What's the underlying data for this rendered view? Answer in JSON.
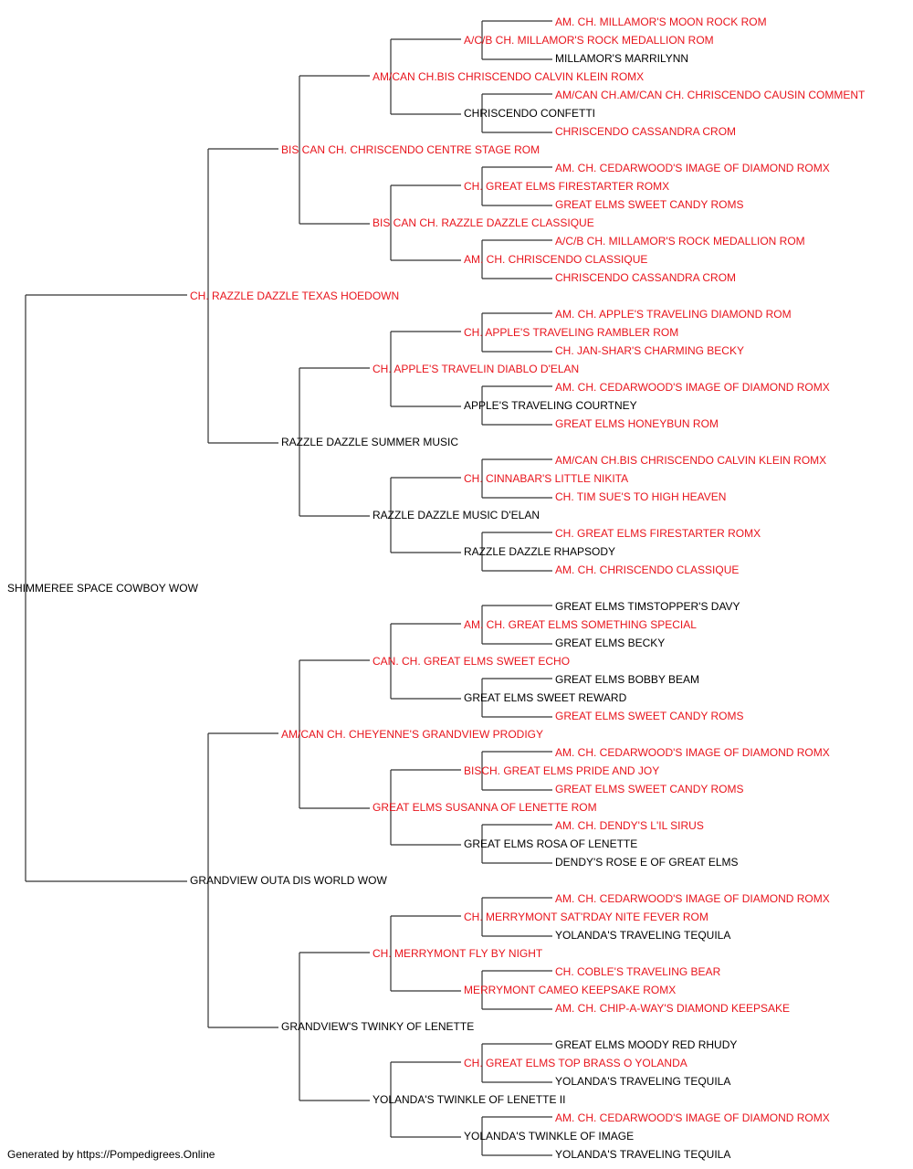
{
  "colors": {
    "champion": "#e8141c",
    "regular": "#000000",
    "line": "#333333"
  },
  "pedigree": [
    {
      "id": "subject",
      "name": "SHIMMEREE SPACE COWBOY WOW",
      "champion": false
    },
    {
      "id": "sire",
      "name": "CH. RAZZLE DAZZLE TEXAS HOEDOWN",
      "champion": true
    },
    {
      "id": "sire-sire",
      "name": "BIS CAN CH. CHRISCENDO CENTRE STAGE ROM",
      "champion": true
    },
    {
      "id": "sire-sire-sire",
      "name": "AM/CAN CH.BIS CHRISCENDO CALVIN KLEIN ROMX",
      "champion": true
    },
    {
      "id": "sire-sire-sire-sire",
      "name": "A/C/B CH. MILLAMOR'S ROCK MEDALLION ROM",
      "champion": true
    },
    {
      "id": "sire-sire-sire-sire-sire",
      "name": "AM. CH. MILLAMOR'S MOON ROCK ROM",
      "champion": true
    },
    {
      "id": "sire-sire-sire-sire-dam",
      "name": "MILLAMOR'S MARRILYNN",
      "champion": false
    },
    {
      "id": "sire-sire-sire-dam",
      "name": "CHRISCENDO CONFETTI",
      "champion": false
    },
    {
      "id": "sire-sire-sire-dam-sire",
      "name": "AM/CAN CH.AM/CAN CH. CHRISCENDO CAUSIN COMMENT",
      "champion": true
    },
    {
      "id": "sire-sire-sire-dam-dam",
      "name": "CHRISCENDO CASSANDRA CROM",
      "champion": true
    },
    {
      "id": "sire-sire-dam",
      "name": "BIS CAN CH. RAZZLE DAZZLE CLASSIQUE",
      "champion": true
    },
    {
      "id": "sire-sire-dam-sire",
      "name": "CH. GREAT ELMS FIRESTARTER ROMX",
      "champion": true
    },
    {
      "id": "sire-sire-dam-sire-sire",
      "name": "AM. CH. CEDARWOOD'S IMAGE OF DIAMOND ROMX",
      "champion": true
    },
    {
      "id": "sire-sire-dam-sire-dam",
      "name": "GREAT ELMS SWEET CANDY ROMS",
      "champion": true
    },
    {
      "id": "sire-sire-dam-dam",
      "name": "AM. CH. CHRISCENDO CLASSIQUE",
      "champion": true
    },
    {
      "id": "sire-sire-dam-dam-sire",
      "name": "A/C/B CH. MILLAMOR'S ROCK MEDALLION ROM",
      "champion": true
    },
    {
      "id": "sire-sire-dam-dam-dam",
      "name": "CHRISCENDO CASSANDRA CROM",
      "champion": true
    },
    {
      "id": "sire-dam",
      "name": "RAZZLE DAZZLE SUMMER MUSIC",
      "champion": false
    },
    {
      "id": "sire-dam-sire",
      "name": "CH. APPLE'S TRAVELIN DIABLO D'ELAN",
      "champion": true
    },
    {
      "id": "sire-dam-sire-sire",
      "name": "CH. APPLE'S TRAVELING RAMBLER ROM",
      "champion": true
    },
    {
      "id": "sire-dam-sire-sire-sire",
      "name": "AM. CH. APPLE'S TRAVELING DIAMOND ROM",
      "champion": true
    },
    {
      "id": "sire-dam-sire-sire-dam",
      "name": "CH. JAN-SHAR'S CHARMING BECKY",
      "champion": true
    },
    {
      "id": "sire-dam-sire-dam",
      "name": "APPLE'S TRAVELING COURTNEY",
      "champion": false
    },
    {
      "id": "sire-dam-sire-dam-sire",
      "name": "AM. CH. CEDARWOOD'S IMAGE OF DIAMOND ROMX",
      "champion": true
    },
    {
      "id": "sire-dam-sire-dam-dam",
      "name": "GREAT ELMS HONEYBUN ROM",
      "champion": true
    },
    {
      "id": "sire-dam-dam",
      "name": "RAZZLE DAZZLE MUSIC D'ELAN",
      "champion": false
    },
    {
      "id": "sire-dam-dam-sire",
      "name": "CH. CINNABAR'S LITTLE NIKITA",
      "champion": true
    },
    {
      "id": "sire-dam-dam-sire-sire",
      "name": "AM/CAN CH.BIS CHRISCENDO CALVIN KLEIN ROMX",
      "champion": true
    },
    {
      "id": "sire-dam-dam-sire-dam",
      "name": "CH. TIM SUE'S TO HIGH HEAVEN",
      "champion": true
    },
    {
      "id": "sire-dam-dam-dam",
      "name": "RAZZLE DAZZLE RHAPSODY",
      "champion": false
    },
    {
      "id": "sire-dam-dam-dam-sire",
      "name": "CH. GREAT ELMS FIRESTARTER ROMX",
      "champion": true
    },
    {
      "id": "sire-dam-dam-dam-dam",
      "name": "AM. CH. CHRISCENDO CLASSIQUE",
      "champion": true
    },
    {
      "id": "dam",
      "name": "GRANDVIEW OUTA DIS WORLD WOW",
      "champion": false
    },
    {
      "id": "dam-sire",
      "name": "AM/CAN CH. CHEYENNE'S GRANDVIEW PRODIGY",
      "champion": true
    },
    {
      "id": "dam-sire-sire",
      "name": "CAN. CH. GREAT ELMS SWEET ECHO",
      "champion": true
    },
    {
      "id": "dam-sire-sire-sire",
      "name": "AM. CH. GREAT ELMS SOMETHING SPECIAL",
      "champion": true
    },
    {
      "id": "dam-sire-sire-sire-sire",
      "name": "GREAT ELMS TIMSTOPPER'S DAVY",
      "champion": false
    },
    {
      "id": "dam-sire-sire-sire-dam",
      "name": "GREAT ELMS BECKY",
      "champion": false
    },
    {
      "id": "dam-sire-sire-dam",
      "name": "GREAT ELMS SWEET REWARD",
      "champion": false
    },
    {
      "id": "dam-sire-sire-dam-sire",
      "name": "GREAT ELMS BOBBY BEAM",
      "champion": false
    },
    {
      "id": "dam-sire-sire-dam-dam",
      "name": "GREAT ELMS SWEET CANDY ROMS",
      "champion": true
    },
    {
      "id": "dam-sire-dam",
      "name": "GREAT ELMS SUSANNA OF LENETTE ROM",
      "champion": true
    },
    {
      "id": "dam-sire-dam-sire",
      "name": "BISCH. GREAT ELMS PRIDE AND JOY",
      "champion": true
    },
    {
      "id": "dam-sire-dam-sire-sire",
      "name": "AM. CH. CEDARWOOD'S IMAGE OF DIAMOND ROMX",
      "champion": true
    },
    {
      "id": "dam-sire-dam-sire-dam",
      "name": "GREAT ELMS SWEET CANDY ROMS",
      "champion": true
    },
    {
      "id": "dam-sire-dam-dam",
      "name": "GREAT ELMS ROSA OF LENETTE",
      "champion": false
    },
    {
      "id": "dam-sire-dam-dam-sire",
      "name": "AM. CH. DENDY'S L'IL SIRUS",
      "champion": true
    },
    {
      "id": "dam-sire-dam-dam-dam",
      "name": "DENDY'S ROSE E OF GREAT ELMS",
      "champion": false
    },
    {
      "id": "dam-dam",
      "name": "GRANDVIEW'S TWINKY OF LENETTE",
      "champion": false
    },
    {
      "id": "dam-dam-sire",
      "name": "CH. MERRYMONT FLY BY NIGHT",
      "champion": true
    },
    {
      "id": "dam-dam-sire-sire",
      "name": "CH. MERRYMONT SAT'RDAY NITE FEVER ROM",
      "champion": true
    },
    {
      "id": "dam-dam-sire-sire-sire",
      "name": "AM. CH. CEDARWOOD'S IMAGE OF DIAMOND ROMX",
      "champion": true
    },
    {
      "id": "dam-dam-sire-sire-dam",
      "name": "YOLANDA'S TRAVELING TEQUILA",
      "champion": false
    },
    {
      "id": "dam-dam-sire-dam",
      "name": "MERRYMONT CAMEO KEEPSAKE ROMX",
      "champion": true
    },
    {
      "id": "dam-dam-sire-dam-sire",
      "name": "CH. COBLE'S TRAVELING BEAR",
      "champion": true
    },
    {
      "id": "dam-dam-sire-dam-dam",
      "name": "AM. CH. CHIP-A-WAY'S DIAMOND KEEPSAKE",
      "champion": true
    },
    {
      "id": "dam-dam-dam",
      "name": "YOLANDA'S TWINKLE OF LENETTE II",
      "champion": false
    },
    {
      "id": "dam-dam-dam-sire",
      "name": "CH. GREAT ELMS TOP BRASS O YOLANDA",
      "champion": true
    },
    {
      "id": "dam-dam-dam-sire-sire",
      "name": "GREAT ELMS MOODY RED RHUDY",
      "champion": false
    },
    {
      "id": "dam-dam-dam-sire-dam",
      "name": "YOLANDA'S TRAVELING TEQUILA",
      "champion": false
    },
    {
      "id": "dam-dam-dam-dam",
      "name": "YOLANDA'S TWINKLE OF IMAGE",
      "champion": false
    },
    {
      "id": "dam-dam-dam-dam-sire",
      "name": "AM. CH. CEDARWOOD'S IMAGE OF DIAMOND ROMX",
      "champion": true
    },
    {
      "id": "dam-dam-dam-dam-dam",
      "name": "YOLANDA'S TRAVELING TEQUILA",
      "champion": false
    }
  ],
  "footer": "Generated by https://Pompedigrees.Online"
}
